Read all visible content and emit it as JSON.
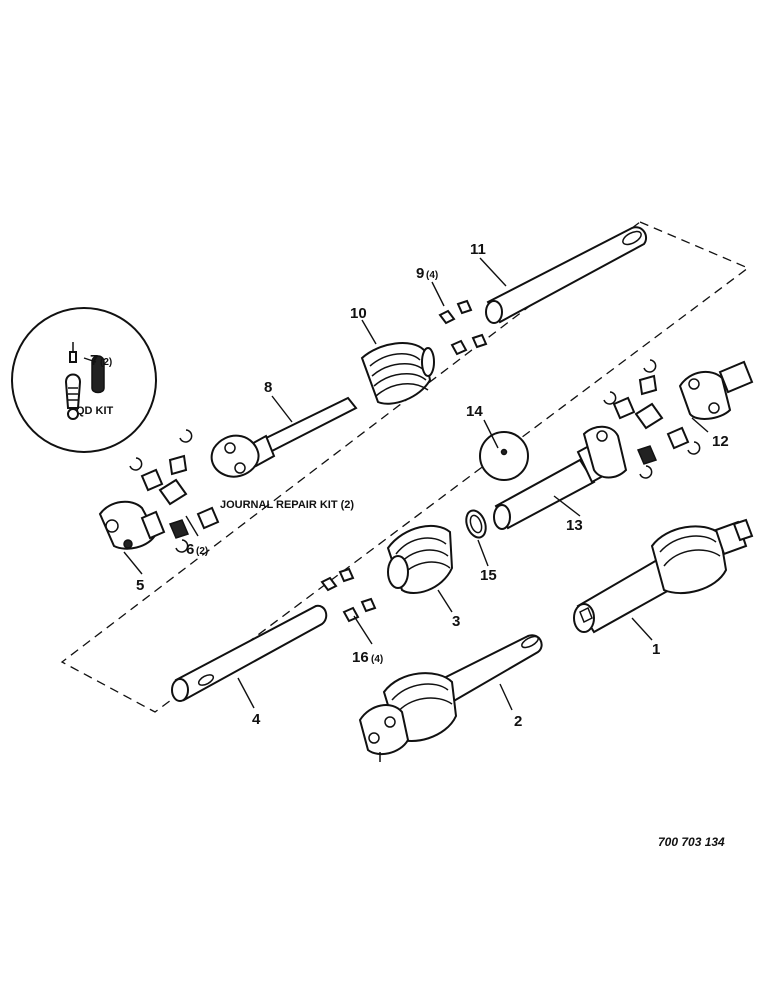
{
  "labels": {
    "p1": "1",
    "p2": "2",
    "p3": "3",
    "p4": "4",
    "p5": "5",
    "p6": "6",
    "p6q": "(2)",
    "p7": "7",
    "p7q": "(2)",
    "p8": "8",
    "p9": "9",
    "p9q": "(4)",
    "p10": "10",
    "p11": "11",
    "p12": "12",
    "p13": "13",
    "p14": "14",
    "p15": "15",
    "p16": "16",
    "p16q": "(4)"
  },
  "kits": {
    "qd": "QD KIT",
    "journal": "JOURNAL REPAIR KIT (2)"
  },
  "figure_number": "700 703 134"
}
